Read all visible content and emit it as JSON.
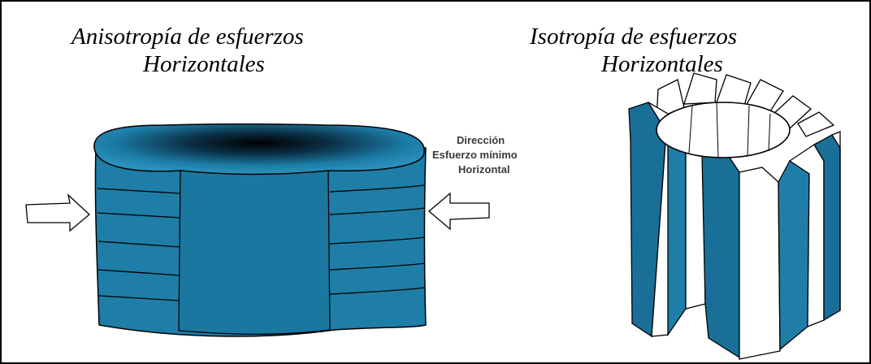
{
  "left_panel": {
    "title_line1": "Anisotropía de esfuerzos",
    "title_line2": "Horizontales",
    "annotation": [
      "Dirección",
      "Esfuerzo mínimo",
      "Horizontal"
    ]
  },
  "right_panel": {
    "title_line1": "Isotropía de esfuerzos",
    "title_line2": "Horizontales"
  },
  "colors": {
    "blue": "#1e7ea8",
    "dark_blue": "#0c5a80",
    "line": "#000000",
    "background": "#ffffff"
  }
}
